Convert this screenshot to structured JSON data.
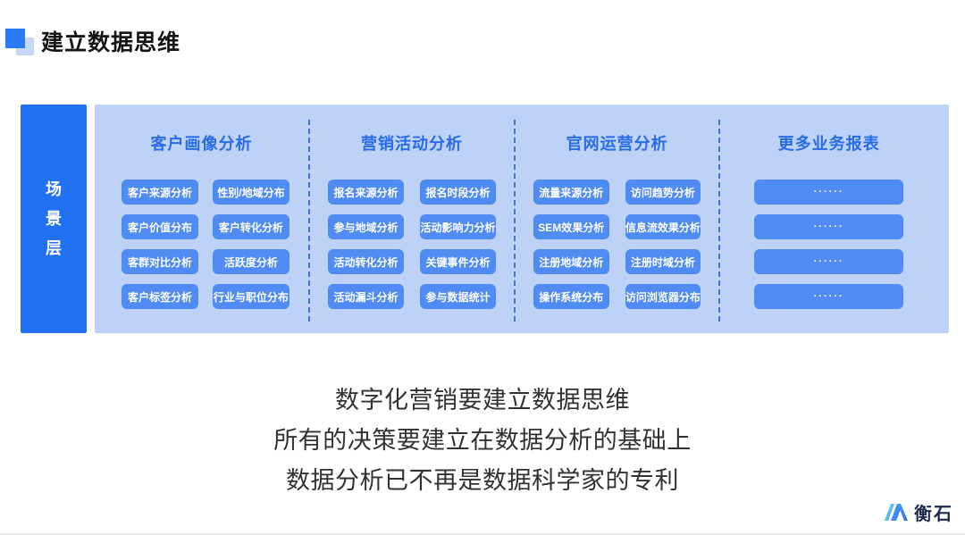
{
  "title": {
    "text": "建立数据思维"
  },
  "diagram": {
    "sidebar_label": "场景层",
    "columns": [
      {
        "header": "客户画像分析",
        "buttons": [
          "客户来源分析",
          "性别/地域分布",
          "客户价值分布",
          "客户转化分析",
          "客群对比分析",
          "活跃度分析",
          "客户标签分析",
          "行业与职位分布"
        ]
      },
      {
        "header": "营销活动分析",
        "buttons": [
          "报名来源分析",
          "报名时段分析",
          "参与地域分析",
          "活动影响力分析",
          "活动转化分析",
          "关键事件分析",
          "活动漏斗分析",
          "参与数据统计"
        ]
      },
      {
        "header": "官网运营分析",
        "buttons": [
          "流量来源分析",
          "访问趋势分析",
          "SEM效果分析",
          "信息流效果分析",
          "注册地域分析",
          "注册时域分析",
          "操作系统分布",
          "访问浏览器分布"
        ]
      },
      {
        "header": "更多业务报表",
        "buttons": [
          "······",
          "······",
          "······",
          "······"
        ]
      }
    ]
  },
  "caption": {
    "lines": [
      "数字化营销要建立数据思维",
      "所有的决策要建立在数据分析的基础上",
      "数据分析已不再是数据科学家的专利"
    ]
  },
  "logo": {
    "text": "衡石",
    "icon": "hengshi-logo-icon"
  },
  "colors": {
    "accent_blue": "#2b79f3",
    "sidebar_bg": "#2171f2",
    "panel_bg": "#bdd2f6",
    "chip_bg": "#508bf2",
    "header_text": "#2a6ce8",
    "divider_dash": "#3e77dc",
    "caption_text": "#323232",
    "logo_text": "#1e2a4c"
  }
}
